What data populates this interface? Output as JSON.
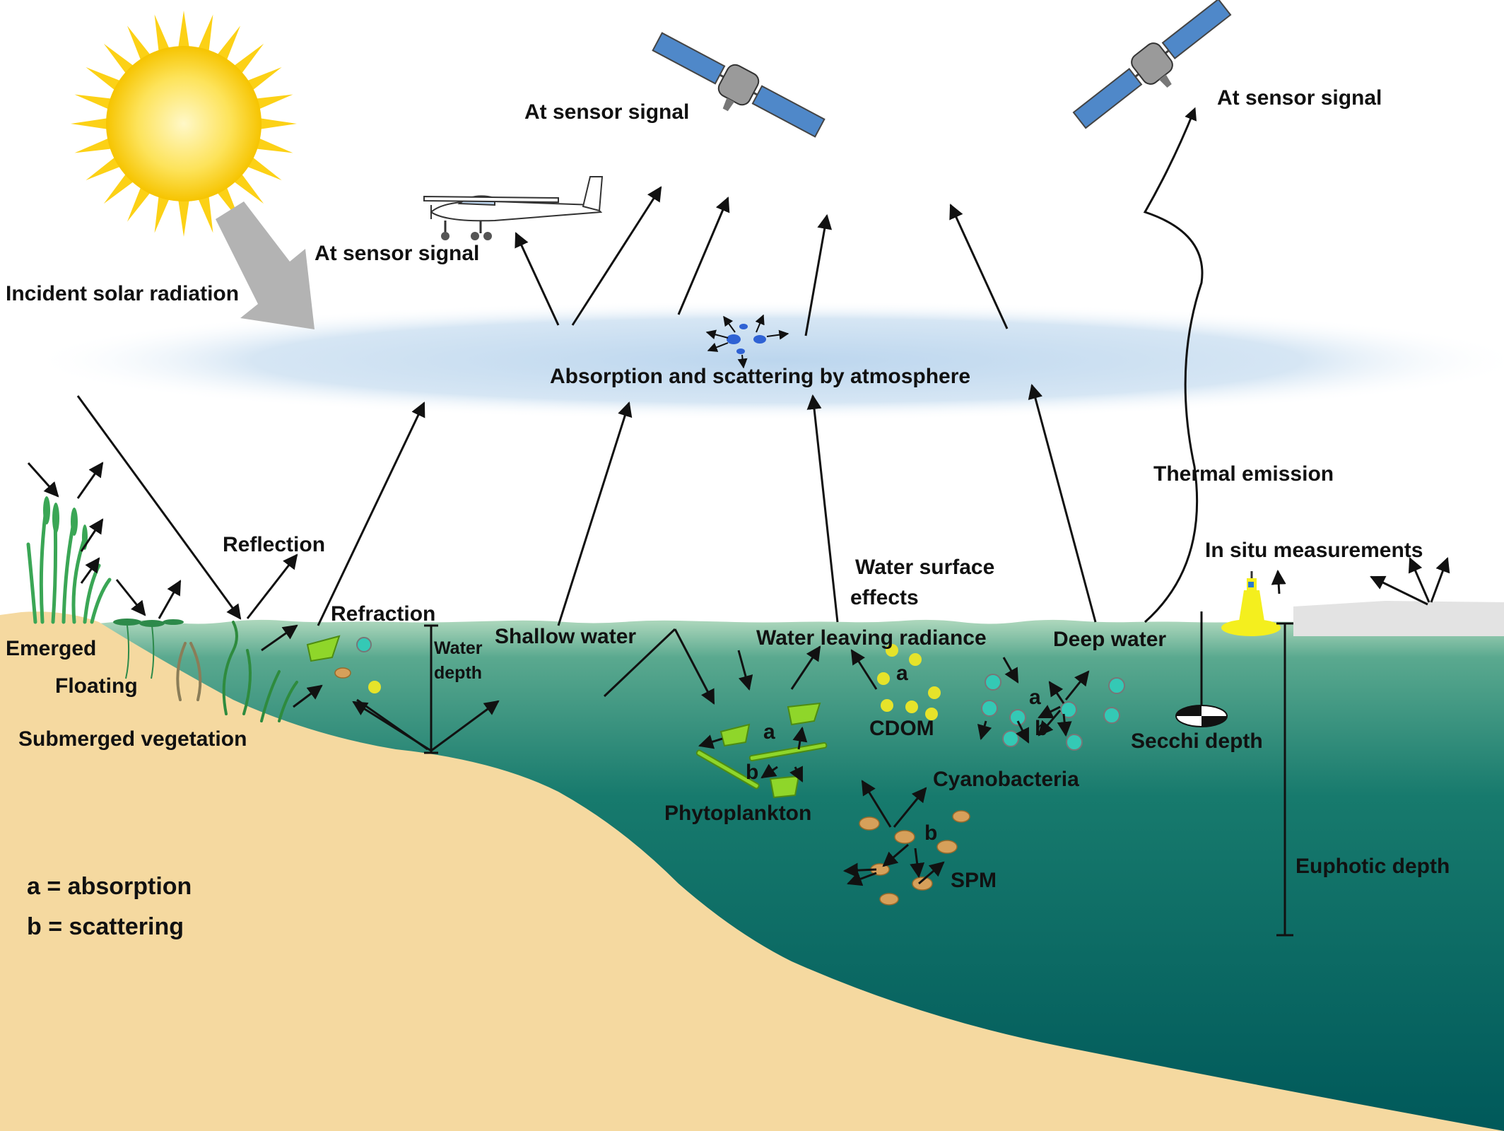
{
  "labels": {
    "incident": "Incident solar radiation",
    "sensor_plane": "At sensor signal",
    "sensor_sat1": "At sensor signal",
    "sensor_sat2": "At sensor signal",
    "atmosphere": "Absorption and scattering by atmosphere",
    "thermal": "Thermal emission",
    "insitu": "In situ measurements",
    "reflection": "Reflection",
    "refraction": "Refraction",
    "water_depth_1": "Water",
    "water_depth_2": "depth",
    "shallow": "Shallow water",
    "surface_1": "Water surface",
    "surface_2": "effects",
    "leaving": "Water leaving radiance",
    "deep": "Deep water",
    "emerged": "Emerged",
    "floating": "Floating",
    "submerged": "Submerged vegetation",
    "cdom": "CDOM",
    "cyano": "Cyanobacteria",
    "phyto": "Phytoplankton",
    "spm": "SPM",
    "secchi": "Secchi depth",
    "euphotic": "Euphotic depth",
    "legend_a": "a = absorption",
    "legend_b": "b = scattering",
    "a_phyto": "a",
    "b_phyto": "b",
    "a_cdom": "a",
    "a_cyano": "a",
    "b_cyano": "b",
    "b_spm": "b"
  },
  "colors": {
    "sun": "#fcd116",
    "sun_core": "#fff6b0",
    "atmosphere": "#c9ddf0",
    "water_top": "#a9d1b5",
    "water_mid": "#2f8c7a",
    "water_deep": "#005c5a",
    "sand": "#f5d9a0",
    "arrow": "#111111",
    "solar_arrow": "#b3b3b3",
    "vegetation": "#3aa655",
    "phytoplankton": "#8fd62a",
    "cdom": "#e6e32a",
    "spm": "#d6a05a",
    "cyano": "#34c9b5",
    "buoy": "#f4ef1e",
    "ice": "#e4e4e4"
  },
  "icons": [
    "sun-icon",
    "airplane-icon",
    "satellite-icon",
    "buoy-icon",
    "secchi-disk-icon"
  ]
}
